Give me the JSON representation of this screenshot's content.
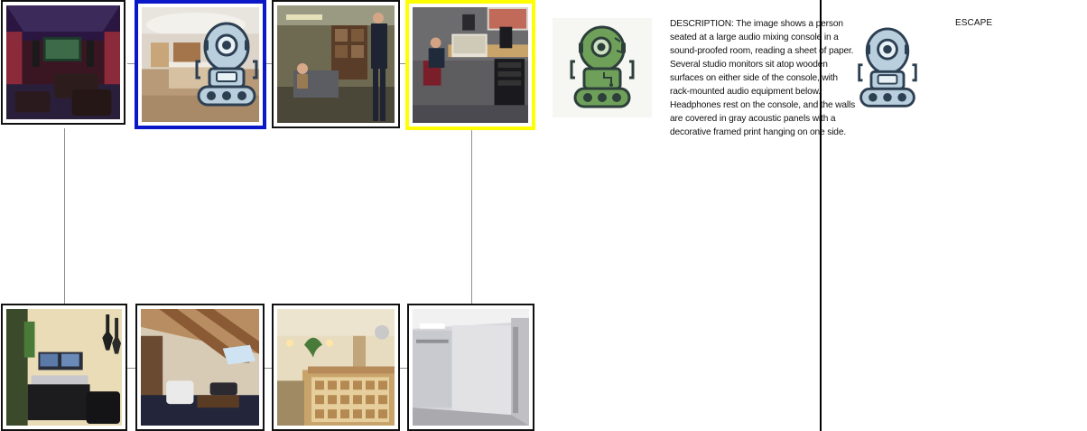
{
  "tiles": [
    {
      "id": 1,
      "scene": "home-theater-room",
      "selection": "none"
    },
    {
      "id": 2,
      "scene": "reception-desk-room",
      "selection": "blue"
    },
    {
      "id": 3,
      "scene": "workshop-with-people",
      "selection": "none"
    },
    {
      "id": 4,
      "scene": "audio-mixing-studio",
      "selection": "yellow"
    },
    {
      "id": 5,
      "scene": "home-recording-studio",
      "selection": "none"
    },
    {
      "id": 6,
      "scene": "attic-lounge",
      "selection": "none"
    },
    {
      "id": 7,
      "scene": "lobby-reception-desk",
      "selection": "none"
    },
    {
      "id": 8,
      "scene": "empty-white-room",
      "selection": "none"
    }
  ],
  "colors": {
    "selected_blue": "#0a18c8",
    "selected_yellow": "#ffff00",
    "agent_green": "#6fa05a",
    "agent_blue": "#b9cfdd",
    "divider": "#000000",
    "connector": "#8f8f8f"
  },
  "agent_icons": {
    "panel_icon": "green-robot-icon",
    "tile_icon": "blue-robot-icon",
    "right_icon": "blue-robot-icon"
  },
  "description_text": "DESCRIPTION: The image shows a person seated at a large audio mixing console in a sound-proofed room, reading a sheet of paper. Several studio monitors sit atop wooden surfaces on either side of the console, with rack-mounted audio equipment below. Headphones rest on the console, and the walls are covered in gray acoustic panels with a decorative framed print hanging on one side.",
  "escape_label": "ESCAPE"
}
